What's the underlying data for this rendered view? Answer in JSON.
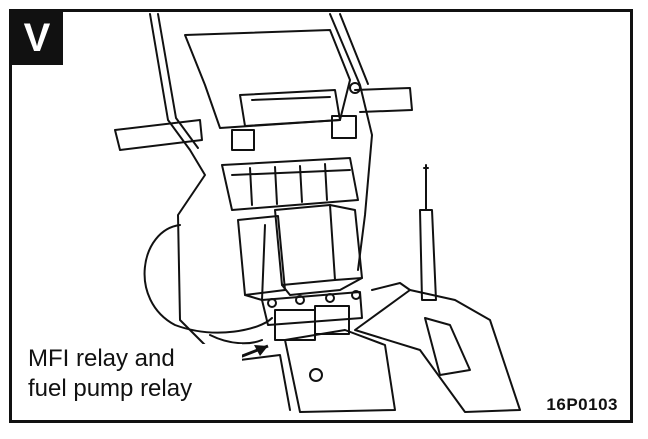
{
  "diagram": {
    "view_letter": "V",
    "callout": {
      "line1": "MFI relay and",
      "line2": "fuel pump relay"
    },
    "figure_code": "16P0103"
  }
}
